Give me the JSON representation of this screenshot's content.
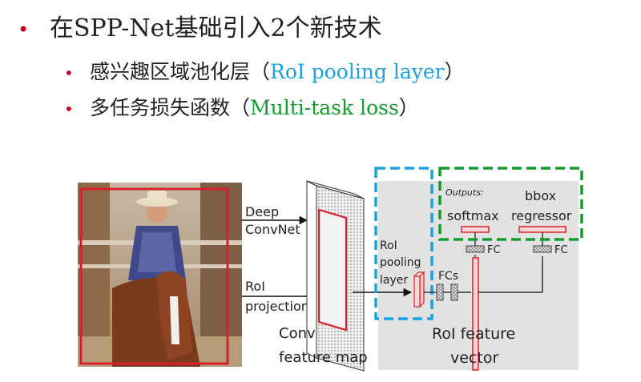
{
  "bullets": {
    "main": {
      "text": "在SPP-Net基础引入2个新技术"
    },
    "sub1": {
      "text": "感兴趣区域池化层（",
      "highlight": "RoI pooling layer",
      "close": "）"
    },
    "sub2": {
      "text": "多任务损失函数（",
      "highlight": "Multi-task loss",
      "close": "）"
    }
  },
  "diagram": {
    "deep_convnet": [
      "Deep",
      "ConvNet"
    ],
    "roi_projection": [
      "RoI",
      "projection"
    ],
    "conv_feature_map": [
      "Conv",
      "feature map"
    ],
    "roi_pooling_layer": [
      "RoI",
      "pooling",
      "layer"
    ],
    "fcs": "FCs",
    "fc_left": "FC",
    "fc_right": "FC",
    "outputs": "Outputs:",
    "softmax": "softmax",
    "bbox_regressor": [
      "bbox",
      "regressor"
    ],
    "roi_feature_vector": [
      "RoI feature",
      "vector"
    ],
    "colors": {
      "roi_box": "#d8202e",
      "blue_dash": "#1aa3e0",
      "green_dash": "#129c2c",
      "panel": "#e2e2e2"
    }
  }
}
